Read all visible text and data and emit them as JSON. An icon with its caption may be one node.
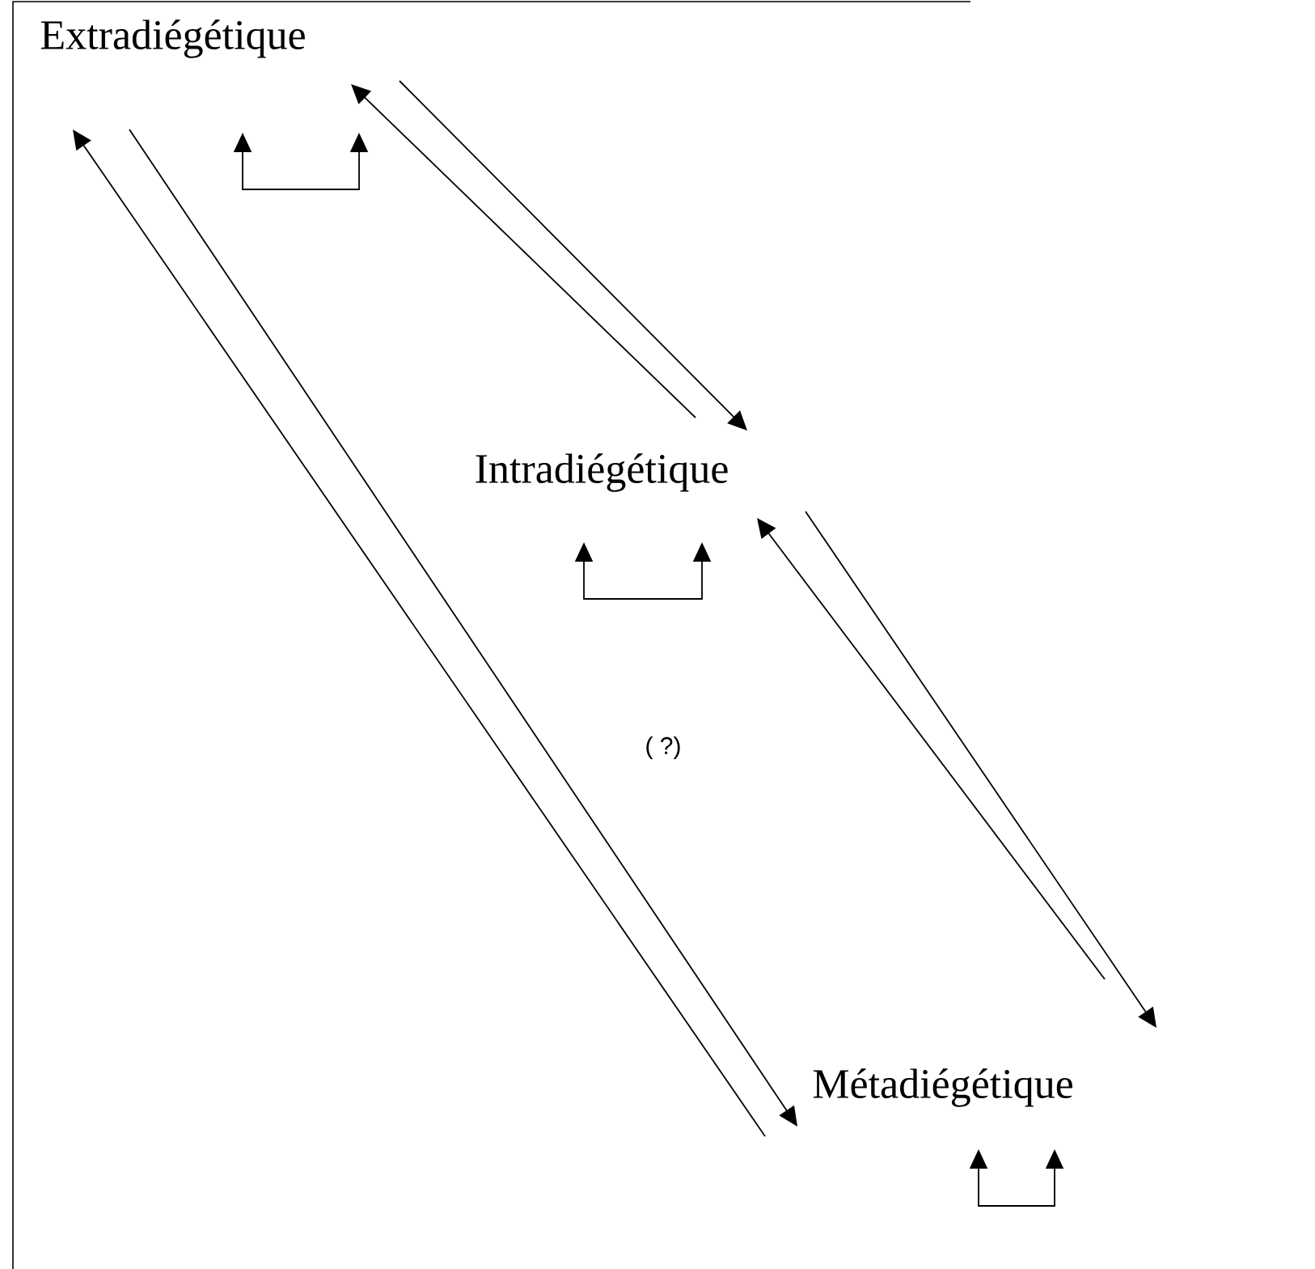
{
  "diagram": {
    "nodes": [
      {
        "text": [
          "Extradiégétique"
        ]
      },
      {
        "text": [
          "Intradiégétique"
        ]
      },
      {
        "text": [
          "Métadiégétique"
        ]
      }
    ],
    "edges": [
      {
        "from": 2,
        "to": 0,
        "arrow": "to"
      },
      {
        "from": 0,
        "to": 2,
        "arrow": "to"
      },
      {
        "from": 1,
        "to": 0,
        "arrow": "to"
      },
      {
        "from": 0,
        "to": 1,
        "arrow": "to"
      },
      {
        "from": 2,
        "to": 1,
        "arrow": "to"
      },
      {
        "from": 1,
        "to": 2,
        "arrow": "to"
      },
      {
        "from": 0,
        "to": 0,
        "arrow": "both"
      },
      {
        "from": 1,
        "to": 1,
        "arrow": "both"
      },
      {
        "from": 2,
        "to": 2,
        "arrow": "both"
      }
    ],
    "labels": [
      "( ?)"
    ]
  }
}
